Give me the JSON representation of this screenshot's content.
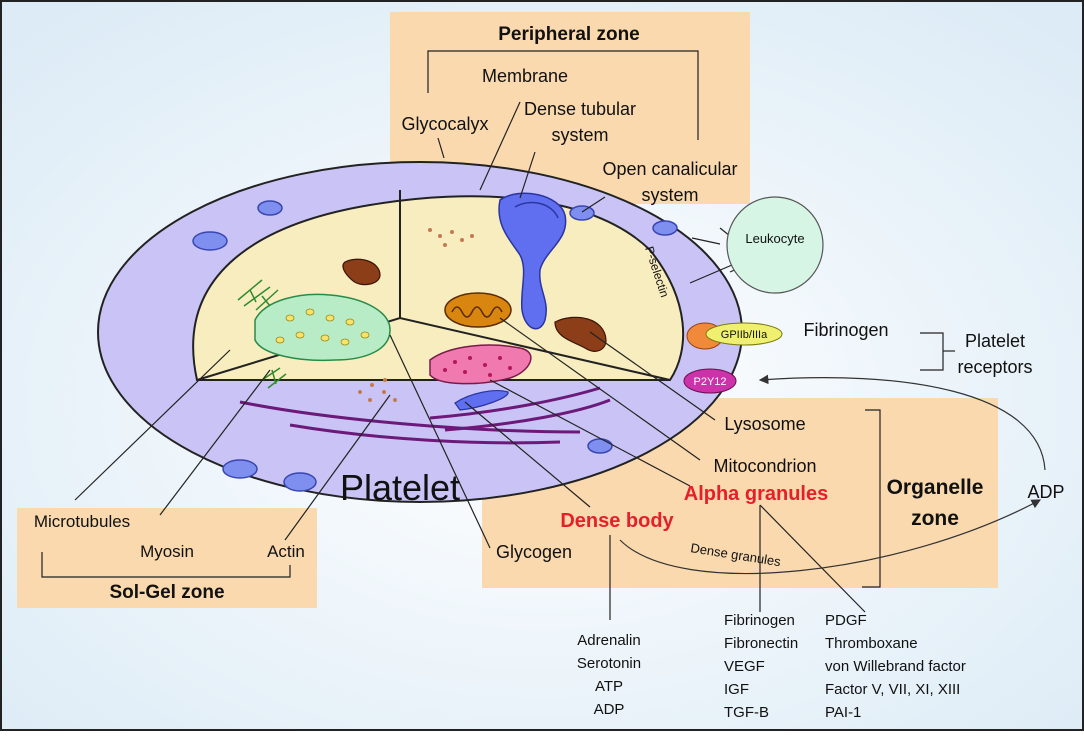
{
  "zones": {
    "peripheral": "Peripheral zone",
    "sol_gel": "Sol-Gel zone",
    "organelle_line1": "Organelle",
    "organelle_line2": "zone"
  },
  "platelet_label": "Platelet",
  "labels": {
    "membrane": "Membrane",
    "dense_tubular_1": "Dense tubular",
    "dense_tubular_2": "system",
    "glycocalyx": "Glycocalyx",
    "ocs_1": "Open canalicular",
    "ocs_2": "system",
    "leukocyte": "Leukocyte",
    "p_selectin": "P-selectin",
    "gp": "GPIIb/IIIa",
    "fibrinogen": "Fibrinogen",
    "platelet_receptors_1": "Platelet",
    "platelet_receptors_2": "receptors",
    "p2y12": "P2Y12",
    "lysosome": "Lysosome",
    "mitocondrion": "Mitocondrion",
    "alpha_granules": "Alpha granules",
    "dense_body": "Dense body",
    "adp": "ADP",
    "dense_granules": "Dense granules",
    "glycogen": "Glycogen",
    "microtubules": "Microtubules",
    "myosin": "Myosin",
    "actin": "Actin"
  },
  "dense_body_contents": [
    "Adrenalin",
    "Serotonin",
    "ATP",
    "ADP"
  ],
  "alpha_contents_left": [
    "Fibrinogen",
    "Fibronectin",
    "VEGF",
    "IGF",
    "TGF-B"
  ],
  "alpha_contents_right": [
    "PDGF",
    "Thromboxane",
    "von Willebrand factor",
    "Factor V, VII, XI, XIII",
    "PAI-1"
  ],
  "colors": {
    "zone_box": "#fad9ae",
    "membrane_ring": "#c9c4f5",
    "cytoplasm": "#f8edbf",
    "highlight_red": "#e5202a",
    "leukocyte": "#d6f5e4",
    "gp_fill": "#f0f070",
    "p2y12_fill": "#cc33aa"
  }
}
